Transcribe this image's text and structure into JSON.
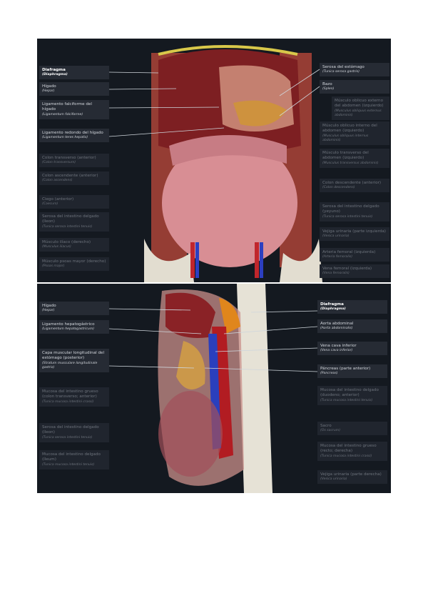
{
  "figure1": {
    "left_labels": [
      {
        "name": "Diafragma",
        "latin": "(Diaphragma)",
        "state": "selected"
      },
      {
        "name": "Hígado",
        "latin": "(Hepar)",
        "state": "active"
      },
      {
        "name": "Ligamento falciforme del hígado",
        "latin": "(Ligamentum falciforme)",
        "state": "active"
      },
      {
        "name": "Ligamento redondo del hígado",
        "latin": "(Ligamentum teres hepatis)",
        "state": "active"
      },
      {
        "name": "Colon transverso (anterior)",
        "latin": "(Colon transversum)",
        "state": "dim"
      },
      {
        "name": "Colon ascendente (anterior)",
        "latin": "(Colon ascendens)",
        "state": "dim"
      },
      {
        "name": "Ciego (anterior)",
        "latin": "(Caecum)",
        "state": "dim"
      },
      {
        "name": "Serosa del intestino delgado (íleon)",
        "latin": "(Tunica serosa intestini tenuis)",
        "state": "dim"
      },
      {
        "name": "Músculo ilíaco (derecho)",
        "latin": "(Musculus iliacus)",
        "state": "dim"
      },
      {
        "name": "Músculo psoas mayor (derecho)",
        "latin": "(Psoas major)",
        "state": "dim"
      }
    ],
    "right_labels": [
      {
        "name": "Serosa del estómago",
        "latin": "(Tunica serosa gastris)",
        "state": "active"
      },
      {
        "name": "Bazo",
        "latin": "(Splen)",
        "state": "active"
      },
      {
        "name": "Músculo oblicuo externo del abdomen (izquierdo)",
        "latin": "(Musculus obliquus externus abdominis)",
        "state": "dim"
      },
      {
        "name": "Músculo oblicuo interno del abdomen (izquierdo)",
        "latin": "(Musculus obliquus internus abdominis)",
        "state": "dim"
      },
      {
        "name": "Músculo transverso del abdomen (izquierdo)",
        "latin": "(Musculus transversus abdominis)",
        "state": "dim"
      },
      {
        "name": "Colon descendente (anterior)",
        "latin": "(Colon descendens)",
        "state": "dim"
      },
      {
        "name": "Serosa del intestino delgado (yeyuno)",
        "latin": "(Tunica serosa intestini tenuis)",
        "state": "dim"
      },
      {
        "name": "Vejiga urinaria (parte izquierda)",
        "latin": "(Vesica urinaria)",
        "state": "dim"
      },
      {
        "name": "Arteria femoral (izquierda)",
        "latin": "(Arteria femoralis)",
        "state": "dim"
      },
      {
        "name": "Vena femoral (izquierda)",
        "latin": "(Vena femoralis)",
        "state": "dim"
      }
    ]
  },
  "figure2": {
    "left_labels": [
      {
        "name": "Hígado",
        "latin": "(Hepar)",
        "state": "active"
      },
      {
        "name": "Ligamento hepatogástrico",
        "latin": "(Ligamentum hepatogastricum)",
        "state": "active"
      },
      {
        "name": "Capa muscular longitudinal del estómago (posterior)",
        "latin": "(Stratum musculare longitudinale gastris)",
        "state": "active"
      },
      {
        "name": "Mucosa del intestino grueso (colon transverso; anterior)",
        "latin": "(Tunica mucosa intestini crassi)",
        "state": "dim"
      },
      {
        "name": "Serosa del intestino delgado (íleon)",
        "latin": "(Tunica serosa intestini tenuis)",
        "state": "dim"
      },
      {
        "name": "Mucosa del intestino delgado (íleum)",
        "latin": "(Tunica mucosa intestini tenuis)",
        "state": "dim"
      }
    ],
    "right_labels": [
      {
        "name": "Diafragma",
        "latin": "(Diaphragma)",
        "state": "selected"
      },
      {
        "name": "Aorta abdominal",
        "latin": "(Aorta abdominalis)",
        "state": "active"
      },
      {
        "name": "Vena cava inferior",
        "latin": "(Vena cava inferior)",
        "state": "active"
      },
      {
        "name": "Páncreas (parte anterior)",
        "latin": "(Pancreas)",
        "state": "active"
      },
      {
        "name": "Mucosa del intestino delgado (duodeno; anterior)",
        "latin": "(Tunica mucosa intestini tenuis)",
        "state": "dim"
      },
      {
        "name": "Sacro",
        "latin": "(Os sacrum)",
        "state": "dim"
      },
      {
        "name": "Mucosa del intestino grueso (recto; derecha)",
        "latin": "(Tunica mucosa intestini crassi)",
        "state": "dim"
      },
      {
        "name": "Vejiga urinaria (parte derecha)",
        "latin": "(Vesica urinaria)",
        "state": "dim"
      }
    ]
  },
  "colors": {
    "background": "#141920",
    "label_bg": "#20252e",
    "leader_line": "#cfd6dc",
    "diaphragm_pointer": "#5fb8b0"
  }
}
